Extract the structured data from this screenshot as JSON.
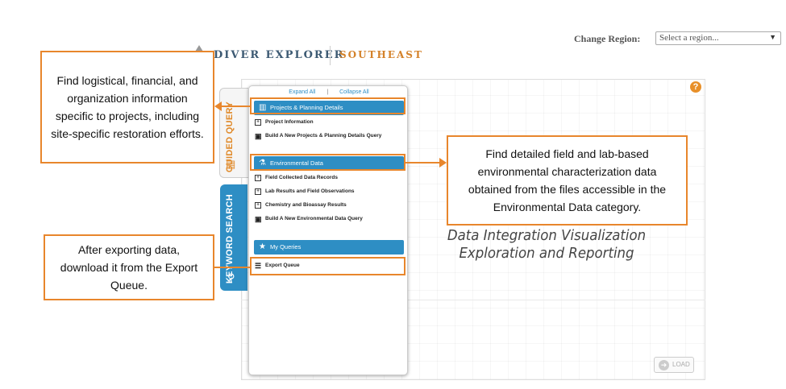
{
  "header": {
    "change_region_label": "Change Region:",
    "region_select_placeholder": "Select a region...",
    "app_title": "DIVER EXPLORER",
    "app_title_visible": "DIVER EXPLORER",
    "region_title": "SOUTHEAST"
  },
  "tabs": {
    "guided_query": "GUIDED QUERY",
    "keyword_search": "KEYWORD SEARCH"
  },
  "panel": {
    "expand_all": "Expand All",
    "separator": "|",
    "collapse_all": "Collapse All",
    "categories": [
      {
        "label": "Projects & Planning Details",
        "items": [
          {
            "label": "Project Information",
            "icon": "plus-box-icon"
          },
          {
            "label": "Build A New Projects & Planning Details Query",
            "icon": "build-query-icon"
          }
        ]
      },
      {
        "label": "Environmental Data",
        "items": [
          {
            "label": "Field Collected Data Records",
            "icon": "plus-box-icon"
          },
          {
            "label": "Lab Results and Field Observations",
            "icon": "plus-box-icon"
          },
          {
            "label": "Chemistry and Bioassay Results",
            "icon": "plus-box-icon"
          },
          {
            "label": "Build A New Environmental Data Query",
            "icon": "build-query-icon"
          }
        ]
      },
      {
        "label": "My Queries",
        "items": [
          {
            "label": "Export Queue",
            "icon": "list-icon"
          }
        ]
      }
    ]
  },
  "canvas": {
    "title_line1": "Data Integration Visualization",
    "title_line2": "Exploration and Reporting",
    "load_button": "LOAD",
    "help": "?"
  },
  "callouts": {
    "projects": "Find logistical, financial, and organization information specific to projects, including site-specific restoration efforts.",
    "environmental": "Find detailed field and lab-based environmental characterization data obtained from the files accessible in the Environmental Data category.",
    "export": "After exporting data, download it from the Export Queue."
  },
  "colors": {
    "accent_blue": "#2e8ec4",
    "callout_orange": "#e8862c",
    "region_orange": "#d4822a",
    "title_navy": "#3d5a73"
  }
}
